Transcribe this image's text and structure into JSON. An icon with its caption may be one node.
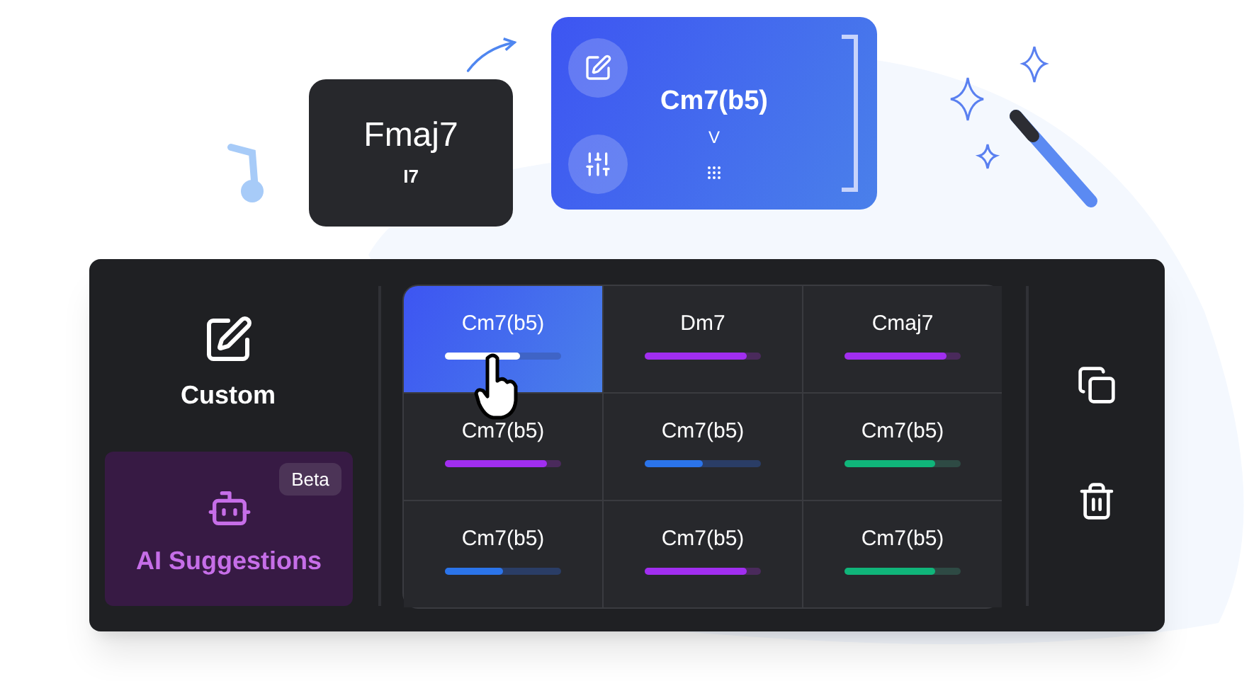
{
  "diagram": {
    "nodes": [
      {
        "text": [
          "Fmaj7",
          "I7"
        ]
      },
      {
        "text": [
          "Cm7(b5)",
          "V"
        ]
      },
      {
        "text": [
          "Custom"
        ]
      },
      {
        "text": [
          "AI Suggestions"
        ]
      },
      {
        "text": [
          "Beta"
        ],
        "in": 3
      },
      {
        "text": [
          "Cm7(b5)"
        ]
      },
      {
        "text": [
          "Dm7"
        ]
      },
      {
        "text": [
          "Cmaj7"
        ]
      },
      {
        "text": [
          "Cm7(b5)"
        ]
      },
      {
        "text": [
          "Cm7(b5)"
        ]
      },
      {
        "text": [
          "Cm7(b5)"
        ]
      },
      {
        "text": [
          "Cm7(b5)"
        ]
      },
      {
        "text": [
          "Cm7(b5)"
        ]
      },
      {
        "text": [
          "Cm7(b5)"
        ]
      }
    ],
    "edges": [
      {
        "from": 0,
        "to": 1,
        "arrow": "to"
      }
    ]
  }
}
